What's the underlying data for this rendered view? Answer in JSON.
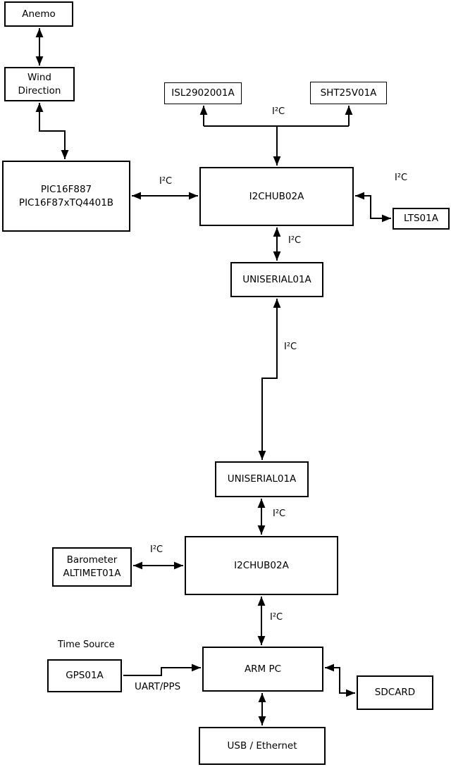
{
  "diagram": {
    "nodes": {
      "anemo": {
        "label": "Anemo"
      },
      "wind_direction": {
        "lines": [
          "Wind",
          "Direction"
        ]
      },
      "pic": {
        "lines": [
          "PIC16F887",
          "PIC16F87xTQ4401B"
        ]
      },
      "isl": {
        "label": "ISL2902001A"
      },
      "sht": {
        "label": "SHT25V01A"
      },
      "hub1": {
        "label": "I2CHUB02A"
      },
      "lts": {
        "label": "LTS01A"
      },
      "uniserial1": {
        "label": "UNISERIAL01A"
      },
      "uniserial2": {
        "label": "UNISERIAL01A"
      },
      "hub2": {
        "label": "I2CHUB02A"
      },
      "barometer": {
        "lines": [
          "Barometer",
          "ALTIMET01A"
        ]
      },
      "gps": {
        "label": "GPS01A"
      },
      "arm_pc": {
        "label": "ARM PC"
      },
      "sdcard": {
        "label": "SDCARD"
      },
      "usb_ethernet": {
        "label": "USB / Ethernet"
      }
    },
    "edge_labels": {
      "i2c": "I²C",
      "uart_pps": "UART/PPS"
    },
    "annotations": {
      "time_source": "Time Source"
    },
    "colors": {
      "background": "#ffffff",
      "line": "#000000",
      "box_border": "#000000",
      "text": "#000000"
    }
  }
}
